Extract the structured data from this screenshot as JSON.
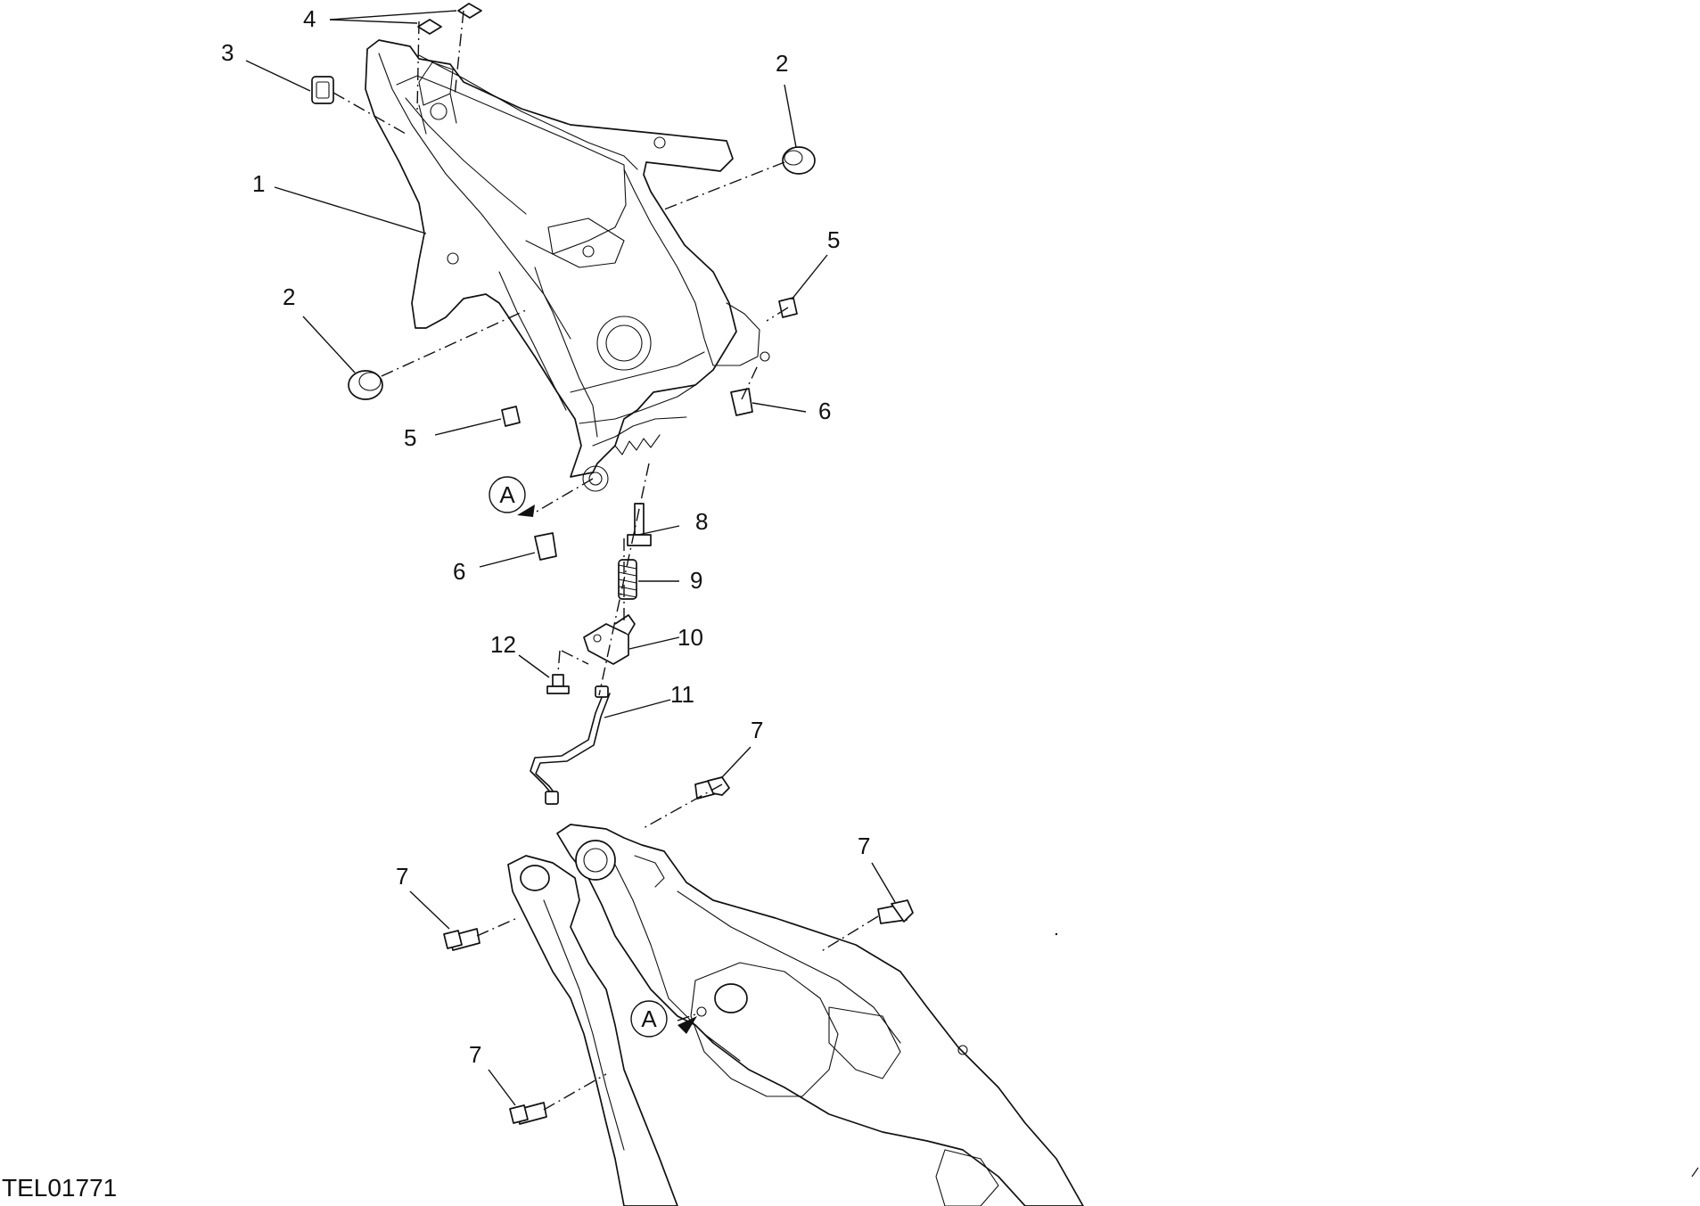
{
  "drawing_code": "TEL01771",
  "detail_marker": "A",
  "callouts": [
    {
      "id": "c1",
      "label": "1"
    },
    {
      "id": "c2a",
      "label": "2"
    },
    {
      "id": "c2b",
      "label": "2"
    },
    {
      "id": "c3",
      "label": "3"
    },
    {
      "id": "c4",
      "label": "4"
    },
    {
      "id": "c5a",
      "label": "5"
    },
    {
      "id": "c5b",
      "label": "5"
    },
    {
      "id": "c6a",
      "label": "6"
    },
    {
      "id": "c6b",
      "label": "6"
    },
    {
      "id": "c7a",
      "label": "7"
    },
    {
      "id": "c7b",
      "label": "7"
    },
    {
      "id": "c7c",
      "label": "7"
    },
    {
      "id": "c7d",
      "label": "7"
    },
    {
      "id": "c8",
      "label": "8"
    },
    {
      "id": "c9",
      "label": "9"
    },
    {
      "id": "c10",
      "label": "10"
    },
    {
      "id": "c11",
      "label": "11"
    },
    {
      "id": "c12",
      "label": "12"
    }
  ]
}
